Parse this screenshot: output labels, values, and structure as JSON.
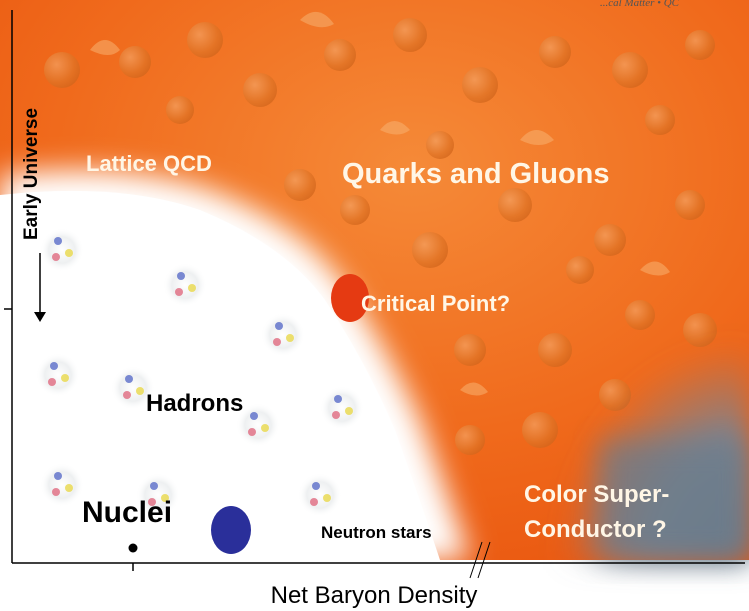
{
  "header_fragment": "...cal Matter • QC",
  "labels": {
    "lattice_qcd": "Lattice QCD",
    "quarks_gluons": "Quarks and Gluons",
    "critical_point": "Critical Point?",
    "hadrons": "Hadrons",
    "nuclei": "Nuclei",
    "neutron_stars": "Neutron stars",
    "color_super_line1": "Color Super-",
    "color_super_line2": "Conductor ?",
    "early_universe": "Early Universe",
    "x_axis": "Net Baryon Density"
  },
  "colors": {
    "qgp": "#f06a1c",
    "qgp_light": "#f7a255",
    "cs_gray": "#6e7d8c",
    "critical_point": "#e53a12",
    "nuclei_dot": "#2a2f9a",
    "text_light": "#fff6e6",
    "axis": "#000000"
  }
}
